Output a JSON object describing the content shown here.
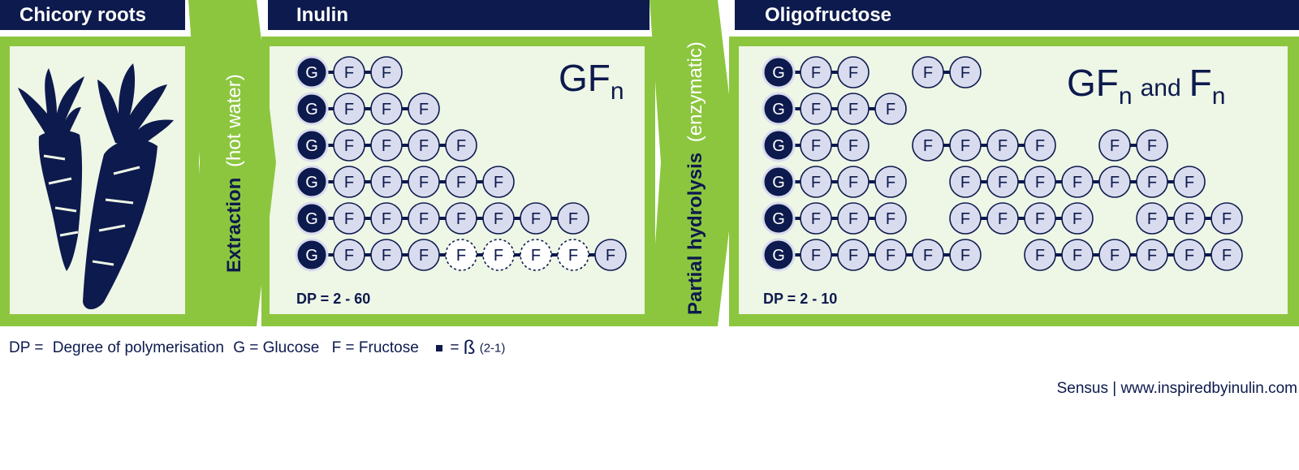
{
  "headers": {
    "chicory": "Chicory roots",
    "inulin": "Inulin",
    "oligofructose": "Oligofructose"
  },
  "steps": {
    "extraction": {
      "bold": "Extraction",
      "light": "(hot water)"
    },
    "hydrolysis": {
      "bold": "Partial hydrolysis",
      "light": "(enzymatic)"
    }
  },
  "inulin_panel": {
    "formula_main": "GF",
    "formula_sub": "n",
    "dp": "DP = 2 - 60",
    "chains": [
      [
        "G",
        "F",
        "F"
      ],
      [
        "G",
        "F",
        "F",
        "F"
      ],
      [
        "G",
        "F",
        "F",
        "F",
        "F"
      ],
      [
        "G",
        "F",
        "F",
        "F",
        "F",
        "F"
      ],
      [
        "G",
        "F",
        "F",
        "F",
        "F",
        "F",
        "F",
        "F"
      ],
      [
        "G",
        "F",
        "F",
        "F",
        "F*",
        "F*",
        "F*",
        "F*",
        "F"
      ]
    ]
  },
  "oligo_panel": {
    "formula_main_1": "GF",
    "formula_sub_1": "n",
    "formula_and": "and",
    "formula_main_2": "F",
    "formula_sub_2": "n",
    "dp": "DP = 2 - 10",
    "rows": [
      {
        "groups": [
          {
            "col": 0,
            "units": [
              "G",
              "F",
              "F"
            ]
          },
          {
            "col": 4,
            "units": [
              "F",
              "F"
            ]
          }
        ]
      },
      {
        "groups": [
          {
            "col": 0,
            "units": [
              "G",
              "F",
              "F",
              "F"
            ]
          }
        ]
      },
      {
        "groups": [
          {
            "col": 0,
            "units": [
              "G",
              "F",
              "F"
            ]
          },
          {
            "col": 4,
            "units": [
              "F",
              "F",
              "F",
              "F"
            ]
          },
          {
            "col": 9,
            "units": [
              "F",
              "F"
            ]
          }
        ]
      },
      {
        "groups": [
          {
            "col": 0,
            "units": [
              "G",
              "F",
              "F",
              "F"
            ]
          },
          {
            "col": 5,
            "units": [
              "F",
              "F",
              "F",
              "F",
              "F",
              "F",
              "F"
            ]
          }
        ]
      },
      {
        "groups": [
          {
            "col": 0,
            "units": [
              "G",
              "F",
              "F",
              "F"
            ]
          },
          {
            "col": 5,
            "units": [
              "F",
              "F",
              "F",
              "F"
            ]
          },
          {
            "col": 10,
            "units": [
              "F",
              "F",
              "F"
            ]
          }
        ]
      },
      {
        "groups": [
          {
            "col": 0,
            "units": [
              "G",
              "F",
              "F",
              "F",
              "F",
              "F"
            ]
          },
          {
            "col": 7,
            "units": [
              "F",
              "F",
              "F",
              "F",
              "F",
              "F"
            ]
          }
        ]
      }
    ]
  },
  "legend": {
    "dp_label": "DP = ",
    "dp_text": "Degree of polymerisation",
    "glucose": "G = Glucose",
    "fructose": "F = Fructose",
    "bond_eq": "=",
    "beta": "ß",
    "bond_type": "(2-1)"
  },
  "credit": "Sensus | www.inspiredbyinulin.com",
  "colors": {
    "navy": "#0d1a4d",
    "green": "#8cc63f",
    "panel": "#eef6e6",
    "fructose_fill": "#d9dcee",
    "white": "#ffffff"
  }
}
